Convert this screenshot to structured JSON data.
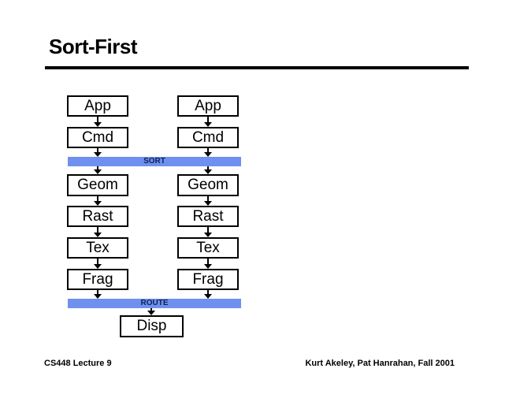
{
  "slide": {
    "title": "Sort-First",
    "footer_left": "CS448 Lecture 9",
    "footer_right": "Kurt Akeley, Pat Hanrahan, Fall 2001"
  },
  "diagram": {
    "left_pipeline": [
      "App",
      "Cmd",
      "Geom",
      "Rast",
      "Tex",
      "Frag"
    ],
    "right_pipeline": [
      "App",
      "Cmd",
      "Geom",
      "Rast",
      "Tex",
      "Frag"
    ],
    "sort_bar": "SORT",
    "route_bar": "ROUTE",
    "display": "Disp",
    "colors": {
      "bar_fill": "#6f90ee",
      "bar_label": "#0d2259",
      "box_border": "#000000",
      "box_fill": "#ffffff",
      "text": "#000000"
    }
  }
}
